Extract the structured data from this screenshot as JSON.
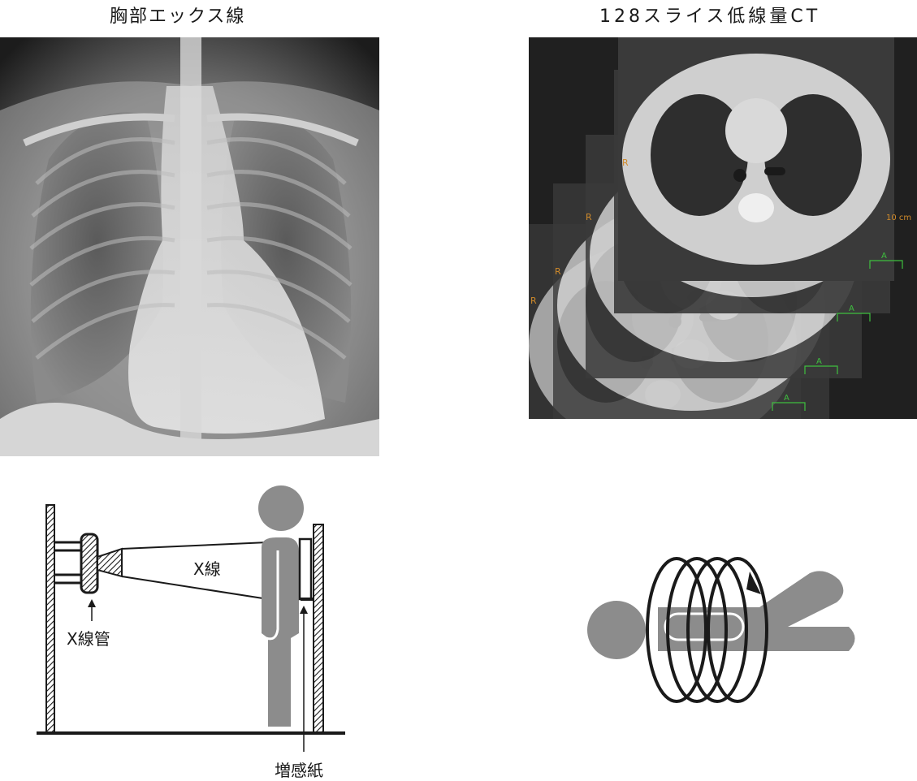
{
  "titles": {
    "xray": "胸部エックス線",
    "ct": "128スライス低線量CT"
  },
  "xray_diagram": {
    "beam_label": "X線",
    "tube_label": "X線管",
    "screen_label": "増感紙"
  },
  "ct_image": {
    "orientation_right": "R",
    "orientation_anterior": "A",
    "scale_label": "10 cm"
  },
  "colors": {
    "figure_gray": "#8c8c8c",
    "line": "#1a1a1a",
    "ct_marker_green": "#3fbf3f",
    "ct_marker_orange": "#d08a2a"
  }
}
